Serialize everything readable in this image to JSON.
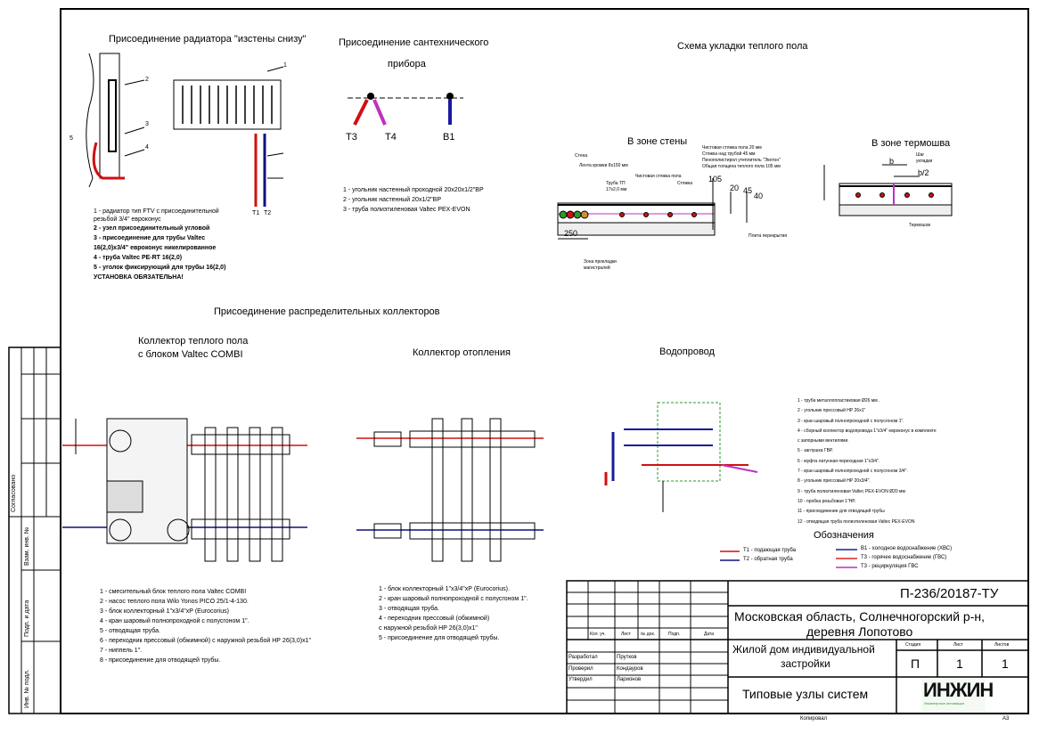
{
  "sections": {
    "radiator": {
      "title": "Присоединение радиатора \"изстены снизу\"",
      "callouts": [
        "1",
        "2",
        "3",
        "4",
        "5"
      ],
      "pipe_labels": [
        "Т1",
        "Т2"
      ],
      "notes": [
        "1 - радиатор тип FTV с присоединительной",
        "резьбой 3/4\" евроконус",
        "2 - узел присоединительный угловой",
        "3 - присоединение для трубы Valtec",
        "16(2,0)x3/4\" евроконус никелированное",
        "4 - труба Valtec PE-RT 16(2,0)",
        "5 - уголок фиксирующий для трубы 16(2,0)",
        "УСТАНОВКА ОБЯЗАТЕЛЬНА!"
      ]
    },
    "fixture": {
      "title_line1": "Присоединение сантехнического",
      "title_line2": "прибора",
      "labels": [
        "Т3",
        "Т4",
        "В1"
      ],
      "notes": [
        "1 - угольник настенный проходной 20x20x1/2\"ВР",
        "2 - угольник настенный 20x1/2\"ВР",
        "3 - труба полиэтиленовая Valtec PEX-EVON"
      ]
    },
    "floor": {
      "title": "Схема укладки теплого пола",
      "wall_zone": "В зоне стены",
      "joint_zone": "В зоне термошва",
      "wall_labels": {
        "wall": "Стена",
        "edge_tape": "Лента кромки 8x150 мм",
        "pipe": "Труба ТП",
        "pipe_size": "17x2,0 мм",
        "finish": "Чистовая стяжка пола",
        "screed": "Стяжка",
        "spec1": "Чистовая стяжка пола 20 мм",
        "spec2": "Стяжка над трубой 45 мм",
        "spec3": "Пенополистирол утеплитель \"Экотон\"",
        "spec4": "Общая толщина теплого пола 105 мм",
        "slab": "Плита перекрытия",
        "main_zone1": "Зона прокладки",
        "main_zone2": "магистралей",
        "dims": [
          "105",
          "20",
          "45",
          "40",
          "250"
        ]
      },
      "joint_labels": {
        "step1": "Шаг",
        "step2": "укладки",
        "b": "b",
        "b2": "b/2",
        "joint": "Термошов"
      }
    },
    "collectors_title": "Присоединение распределительных коллекторов",
    "underfloor": {
      "title_line1": "Коллектор теплого пола",
      "title_line2": "с блоком Valtec COMBI",
      "notes": [
        "1 - смесительный блок теплого пола Valtec COMBI",
        "2 - насос теплого пола Wilo Yonos PICO 25/1-4-130.",
        "3 -  блок коллекторный  1\"x3/4\"xР (Eurocorius)",
        "4 - кран шаровый полнопроходной с полусгоном 1\".",
        "5 - отводящая труба.",
        "6 - переходник прессовый (обжимной) с наружной резьбой НР 26(3,0)x1\"",
        "7 - ниппель 1\".",
        "8 - присоединение для отводящей трубы."
      ]
    },
    "heating": {
      "title": "Коллектор отопления",
      "notes": [
        "1 - блок коллекторный  1\"x3/4\"xР (Eurocorius).",
        "2 - кран шаровый полнопроходной с полусгоном 1\".",
        "3 -  отводящая труба.",
        "4 - переходник прессовый (обжимной)",
        "   с наружной резьбой НР 26(3,0)x1\"",
        "5 - присоединение для отводящей трубы."
      ]
    },
    "water": {
      "title": "Водопровод",
      "notes": [
        "1 - труба металлопластиковая Ø26 мм .",
        "2 - угольник прессовый НР 26x1\"",
        "3 - кран шаровый полнопроходной с полусгоном 1\".",
        "4 - сборный коллектор водопровода  1\"x3/4\" евроконус в комплекте",
        "   с запорными вентилями.",
        "5 - заглушка ГВР.",
        "6 - муфта латунная переходная 1\"x3/4\".",
        "7 - кран шаровый полнопроходной с полусгоном 3/4\".",
        "8 - угольник прессовый НР 20x3/4\".",
        "9 - труба  полиэтиленовая Valtec PEX-EVON  Ø20 мм",
        "10 - пробка резьбовая  1\"НР.",
        "11 - присоединение для отводящей трубы",
        "12 - отводящая труба полиэтиленовая Valtec PEX-EVON"
      ]
    },
    "legend": {
      "title": "Обозначения",
      "items": [
        {
          "label": "Т1 - подающая труба",
          "color": "#d01010"
        },
        {
          "label": "Т2 - обратная труба",
          "color": "#10107a"
        },
        {
          "label": "В1 - холодное водоснабжение (ХВС)",
          "color": "#1a1aa0"
        },
        {
          "label": "Т3 - горячее водоснабжение (ГВС)",
          "color": "#e02020"
        },
        {
          "label": "Т3 - рециркуляция ГВС",
          "color": "#c030c0"
        }
      ]
    }
  },
  "side_stamp": {
    "agreed": "Согласовано",
    "fields": [
      "Взам. инв. №",
      "Подп. и дата",
      "Инв. № подл."
    ]
  },
  "title_block": {
    "code": "П-236/20187-ТУ",
    "location_line1": "Московская область, Солнечногорский р-н,",
    "location_line2": "деревня Лопотово",
    "object_line1": "Жилой дом индивидуальной",
    "object_line2": "застройки",
    "sheet_title": "Типовые узлы систем",
    "headers": [
      "Кол. уч.",
      "Лист",
      "№ док.",
      "Подп.",
      "Дата"
    ],
    "stage_header": "Стадия",
    "sheet_header": "Лист",
    "sheets_header": "Листов",
    "stage": "П",
    "sheet": "1",
    "sheets": "1",
    "roles": [
      {
        "role": "Разработал",
        "name": "Прутков"
      },
      {
        "role": "Проверил",
        "name": "Кондауров"
      },
      {
        "role": "Утвердил",
        "name": "Ларионов"
      }
    ],
    "logo_text": "ИНЖИН",
    "logo_sub": "Инженерные инновации",
    "logo_color": "#2a9a2a",
    "copied": "Копировал",
    "format": "А3"
  }
}
